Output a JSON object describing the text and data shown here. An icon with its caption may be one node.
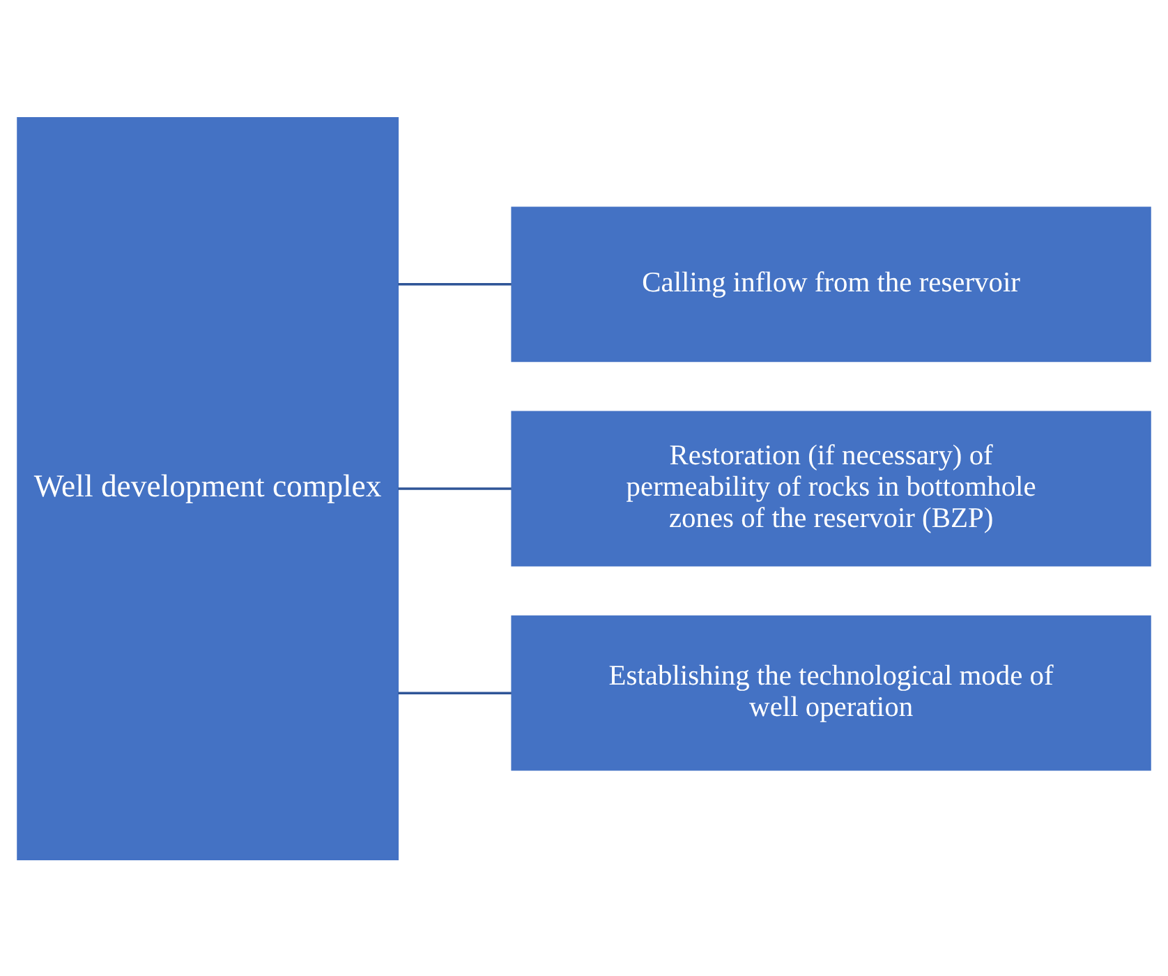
{
  "diagram": {
    "nodes": [
      {
        "text": [
          "Well development complex"
        ]
      },
      {
        "text": [
          "Calling inflow from the reservoir"
        ]
      },
      {
        "text": [
          "Restoration (if necessary) of permeability of rocks in bottomhole zones of the reservoir (BZP)"
        ]
      },
      {
        "text": [
          "Establishing the technological mode of well operation"
        ]
      }
    ],
    "edges": [
      {
        "from": 0,
        "to": 1,
        "arrow": "none"
      },
      {
        "from": 0,
        "to": 2,
        "arrow": "none"
      },
      {
        "from": 0,
        "to": 3,
        "arrow": "none"
      }
    ]
  }
}
